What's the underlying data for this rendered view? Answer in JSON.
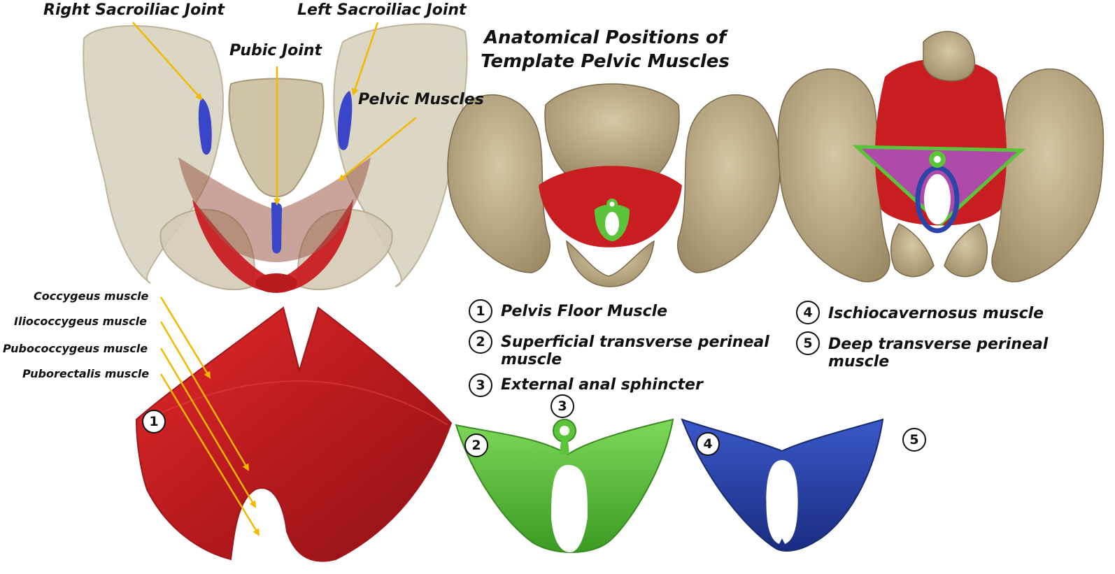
{
  "labels": {
    "right_si_joint": "Right Sacroiliac Joint",
    "left_si_joint": "Left Sacroiliac Joint",
    "pubic_joint": "Pubic Joint",
    "pelvic_muscles": "Pelvic Muscles",
    "coccygeus": "Coccygeus muscle",
    "iliococcygeus": "Iliococcygeus muscle",
    "pubococcygeus": "Pubococcygeus muscle",
    "puborectalis": "Puborectalis muscle"
  },
  "title": {
    "line1": "Anatomical Positions of",
    "line2": "Template Pelvic Muscles"
  },
  "legend": [
    {
      "num": "1",
      "text": "Pelvis Floor Muscle"
    },
    {
      "num": "2",
      "text": "Superficial transverse perineal muscle"
    },
    {
      "num": "3",
      "text": "External anal sphincter"
    },
    {
      "num": "4",
      "text": "Ischiocavernosus muscle"
    },
    {
      "num": "5",
      "text": "Deep transverse perineal muscle"
    }
  ],
  "markers": {
    "m1": "1",
    "m2": "2",
    "m3": "3",
    "m4": "4",
    "m5": "5"
  },
  "colors": {
    "bone": "#c8b896",
    "bone_translucent": "#d8d0bc",
    "floor_muscle_red": "#c81e22",
    "superficial_green": "#5cc43a",
    "ischio_blue": "#2a44a8",
    "deep_purple": "#b04aa8",
    "joint_blue": "#3a46c8",
    "arrow_orange": "#f5b800"
  }
}
